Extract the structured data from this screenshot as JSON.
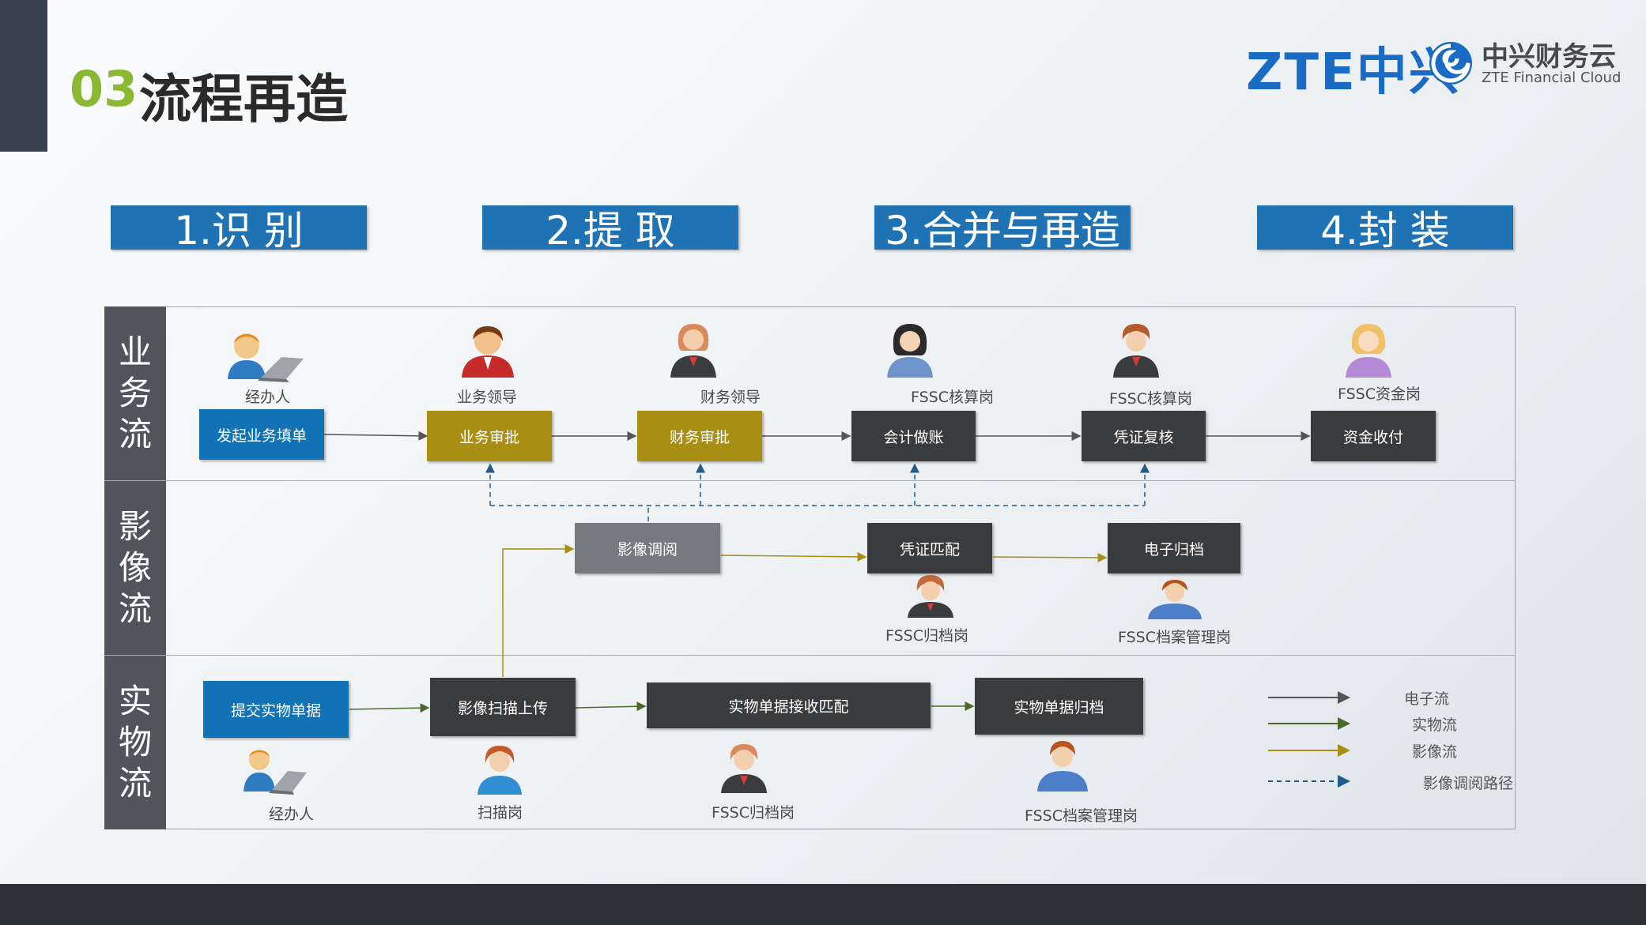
{
  "header": {
    "number": "03",
    "title": "流程再造"
  },
  "logo": {
    "brand": "ZTE中兴",
    "cn": "中兴财务云",
    "en": "ZTE Financial Cloud"
  },
  "phases": [
    "1.识 别",
    "2.提 取",
    "3.合并与再造",
    "4.封 装"
  ],
  "lanes": [
    {
      "label": "业务流",
      "chars": [
        "业",
        "务",
        "流"
      ]
    },
    {
      "label": "影像流",
      "chars": [
        "影",
        "像",
        "流"
      ]
    },
    {
      "label": "实物流",
      "chars": [
        "实",
        "物",
        "流"
      ]
    }
  ],
  "nodes": {
    "initiate": "发起业务填单",
    "business_approval": "业务审批",
    "finance_approval": "财务审批",
    "accounting_entry": "会计做账",
    "voucher_review": "凭证复核",
    "funds_payment": "资金收付",
    "image_view": "影像调阅",
    "voucher_match": "凭证匹配",
    "e_archive": "电子归档",
    "submit_docs": "提交实物单据",
    "scan_upload": "影像扫描上传",
    "receive_match": "实物单据接收匹配",
    "doc_archive": "实物单据归档"
  },
  "roles": {
    "handler_top": "经办人",
    "business_leader": "业务领导",
    "finance_leader": "财务领导",
    "fssc_accounting_1": "FSSC核算岗",
    "fssc_accounting_2": "FSSC核算岗",
    "fssc_funds": "FSSC资金岗",
    "fssc_archive_mid": "FSSC归档岗",
    "fssc_records_mid": "FSSC档案管理岗",
    "handler_bottom": "经办人",
    "scanner": "扫描岗",
    "fssc_archive_bottom": "FSSC归档岗",
    "fssc_records_bottom": "FSSC档案管理岗"
  },
  "legend": [
    {
      "label": "电子流",
      "color": "#555555",
      "style": "solid"
    },
    {
      "label": "实物流",
      "color": "#4a6a2a",
      "style": "solid"
    },
    {
      "label": "影像流",
      "color": "#a88e12",
      "style": "solid"
    },
    {
      "label": "影像调阅路径",
      "color": "#1f5c8c",
      "style": "dashed"
    }
  ],
  "colors": {
    "phase": "#1f73b4",
    "node_blue": "#1173b5",
    "node_gold": "#a88e12",
    "node_dark": "#3a3b3d",
    "node_gray": "#76797d",
    "accent_green": "#8ab832"
  }
}
